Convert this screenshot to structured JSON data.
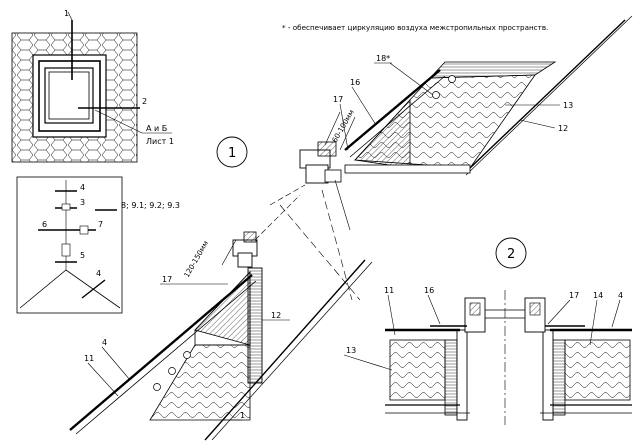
{
  "note": "* - обеспечивает циркуляцию воздуха межстропильных пространств.",
  "views": {
    "one": "1",
    "two": "2"
  },
  "thumb1": {
    "callout_1": "1",
    "callout_2": "2",
    "ref_line1": "А и Б",
    "ref_line2": "Лист 1"
  },
  "thumb2": {
    "c4": "4",
    "c3": "3",
    "c6": "6",
    "c7": "7",
    "c5": "5",
    "c4b": "4",
    "group": "8; 9.1; 9.2; 9.3"
  },
  "section1": {
    "c18": "18*",
    "c17_top": "17",
    "c16": "16",
    "c13": "13",
    "c12_top": "12",
    "dim_top": "60-100мм",
    "dim_bottom": "120-150мм",
    "c17_bottom": "17",
    "c12_mid": "12",
    "c4": "4",
    "c11": "11",
    "c1": "1"
  },
  "section2": {
    "c11": "11",
    "c16": "16",
    "c17": "17",
    "c14": "14",
    "c4": "4",
    "c13": "13"
  },
  "colors": {
    "ink": "#000000",
    "paper": "#ffffff"
  }
}
